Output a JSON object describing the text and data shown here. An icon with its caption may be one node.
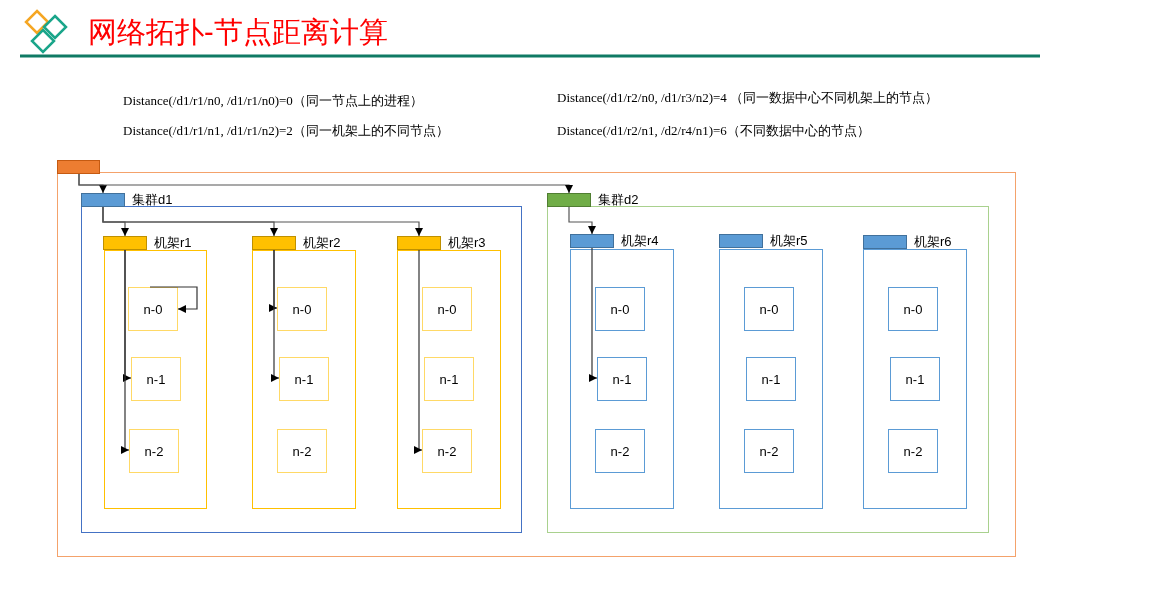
{
  "diagram": {
    "title": "网络拓扑-节点距离计算",
    "nodes": [
      {
        "text": [],
        "shape": "box"
      },
      {
        "text": [
          "集群d1"
        ],
        "in": 0
      },
      {
        "text": [
          "机架r1"
        ],
        "in": 1
      },
      {
        "text": [
          "n-0"
        ],
        "in": 2
      },
      {
        "text": [
          "n-1"
        ],
        "in": 2
      },
      {
        "text": [
          "n-2"
        ],
        "in": 2
      },
      {
        "text": [
          "机架r2"
        ],
        "in": 1
      },
      {
        "text": [
          "n-0"
        ],
        "in": 6
      },
      {
        "text": [
          "n-1"
        ],
        "in": 6
      },
      {
        "text": [
          "n-2"
        ],
        "in": 6
      },
      {
        "text": [
          "机架r3"
        ],
        "in": 1
      },
      {
        "text": [
          "n-0"
        ],
        "in": 10
      },
      {
        "text": [
          "n-1"
        ],
        "in": 10
      },
      {
        "text": [
          "n-2"
        ],
        "in": 10
      },
      {
        "text": [
          "集群d2"
        ],
        "in": 0
      },
      {
        "text": [
          "机架r4"
        ],
        "in": 14
      },
      {
        "text": [
          "n-0"
        ],
        "in": 15
      },
      {
        "text": [
          "n-1"
        ],
        "in": 15
      },
      {
        "text": [
          "n-2"
        ],
        "in": 15
      },
      {
        "text": [
          "机架r5"
        ],
        "in": 14
      },
      {
        "text": [
          "n-0"
        ],
        "in": 19
      },
      {
        "text": [
          "n-1"
        ],
        "in": 19
      },
      {
        "text": [
          "n-2"
        ],
        "in": 19
      },
      {
        "text": [
          "机架r6"
        ],
        "in": 14
      },
      {
        "text": [
          "n-0"
        ],
        "in": 23
      },
      {
        "text": [
          "n-1"
        ],
        "in": 23
      },
      {
        "text": [
          "n-2"
        ],
        "in": 23
      }
    ],
    "edges": [
      {
        "from": 0,
        "to": 1,
        "arrow": "to"
      },
      {
        "from": 0,
        "to": 14,
        "arrow": "to"
      },
      {
        "from": 1,
        "to": 2,
        "arrow": "to"
      },
      {
        "from": 1,
        "to": 6,
        "arrow": "to"
      },
      {
        "from": 1,
        "to": 10,
        "arrow": "to"
      },
      {
        "from": 14,
        "to": 15,
        "arrow": "to"
      },
      {
        "from": 3,
        "to": 3,
        "arrow": "to"
      },
      {
        "from": 2,
        "to": 4,
        "arrow": "to"
      },
      {
        "from": 2,
        "to": 5,
        "arrow": "to"
      },
      {
        "from": 6,
        "to": 7,
        "arrow": "to"
      },
      {
        "from": 6,
        "to": 8,
        "arrow": "to"
      },
      {
        "from": 10,
        "to": 13,
        "arrow": "to"
      },
      {
        "from": 15,
        "to": 17,
        "arrow": "to"
      }
    ],
    "labels": [
      "Distance(/d1/r1/n0, /d1/r1/n0)=0（同一节点上的进程）",
      "Distance(/d1/r2/n0, /d1/r3/n2)=4 （同一数据中心不同机架上的节点）",
      "Distance(/d1/r1/n1, /d1/r1/n2)=2（同一机架上的不同节点）",
      "Distance(/d1/r2/n1, /d2/r4/n1)=6（不同数据中心的节点）"
    ]
  }
}
